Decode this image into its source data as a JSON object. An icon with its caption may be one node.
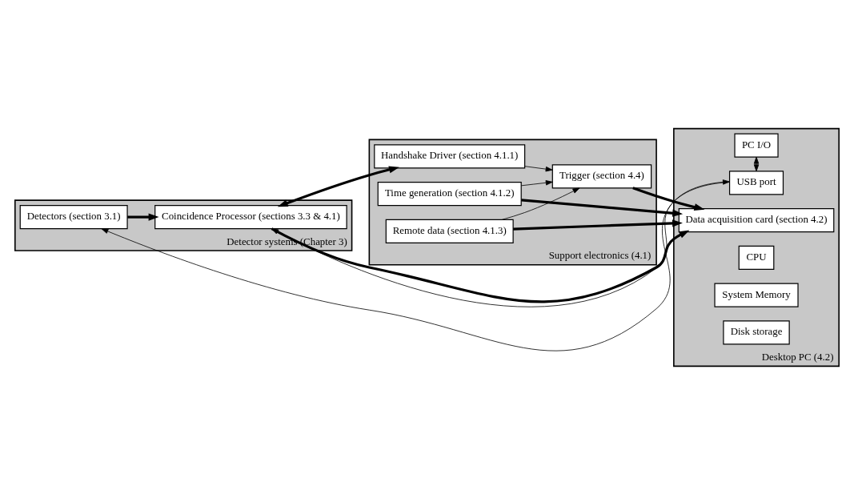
{
  "diagram": {
    "nodes": [
      {
        "text": [
          "Detector systems (Chapter 3)"
        ]
      },
      {
        "text": [
          "Detectors (section 3.1)"
        ],
        "in": 0
      },
      {
        "text": [
          "Coincidence Processor (sections 3.3 & 4.1)"
        ],
        "in": 0
      },
      {
        "text": [
          "Desktop PC (4.2)"
        ]
      },
      {
        "text": [
          "USB port"
        ],
        "in": 3
      },
      {
        "text": [
          "PC I/O"
        ],
        "in": 3
      },
      {
        "text": [
          "Data acquisition card (section 4.2)"
        ],
        "in": 3
      },
      {
        "text": [
          "CPU"
        ],
        "in": 3
      },
      {
        "text": [
          "System Memory"
        ],
        "in": 3
      },
      {
        "text": [
          "Disk storage"
        ],
        "in": 3
      },
      {
        "text": [
          "Support electronics (4.1)"
        ]
      },
      {
        "text": [
          "Handshake Driver (section 4.1.1)"
        ],
        "in": 10
      },
      {
        "text": [
          "Time generation (section 4.1.2)"
        ],
        "in": 10
      },
      {
        "text": [
          "Remote data (section 4.1.3)"
        ],
        "in": 10
      },
      {
        "text": [
          "Trigger (section 4.4)"
        ],
        "in": 10
      }
    ],
    "edges": [
      {
        "from": 1,
        "to": 4,
        "arrow": "both"
      },
      {
        "from": 4,
        "to": 2,
        "arrow": "to"
      },
      {
        "from": 4,
        "to": 5,
        "arrow": "both"
      },
      {
        "from": 1,
        "to": 2,
        "arrow": "to",
        "style": "thick"
      },
      {
        "from": 2,
        "to": 6,
        "arrow": "to",
        "style": "thick"
      },
      {
        "from": 2,
        "to": 11,
        "arrow": "both",
        "style": "thick"
      },
      {
        "from": 12,
        "to": 6,
        "arrow": "to",
        "style": "thick"
      },
      {
        "from": 13,
        "to": 6,
        "arrow": "to",
        "style": "thick"
      },
      {
        "from": 14,
        "to": 6,
        "arrow": "to",
        "style": "thick"
      },
      {
        "from": 12,
        "to": 14,
        "arrow": "to"
      },
      {
        "from": 13,
        "to": 14,
        "arrow": "to"
      },
      {
        "from": 11,
        "to": 14,
        "arrow": "to"
      }
    ]
  }
}
